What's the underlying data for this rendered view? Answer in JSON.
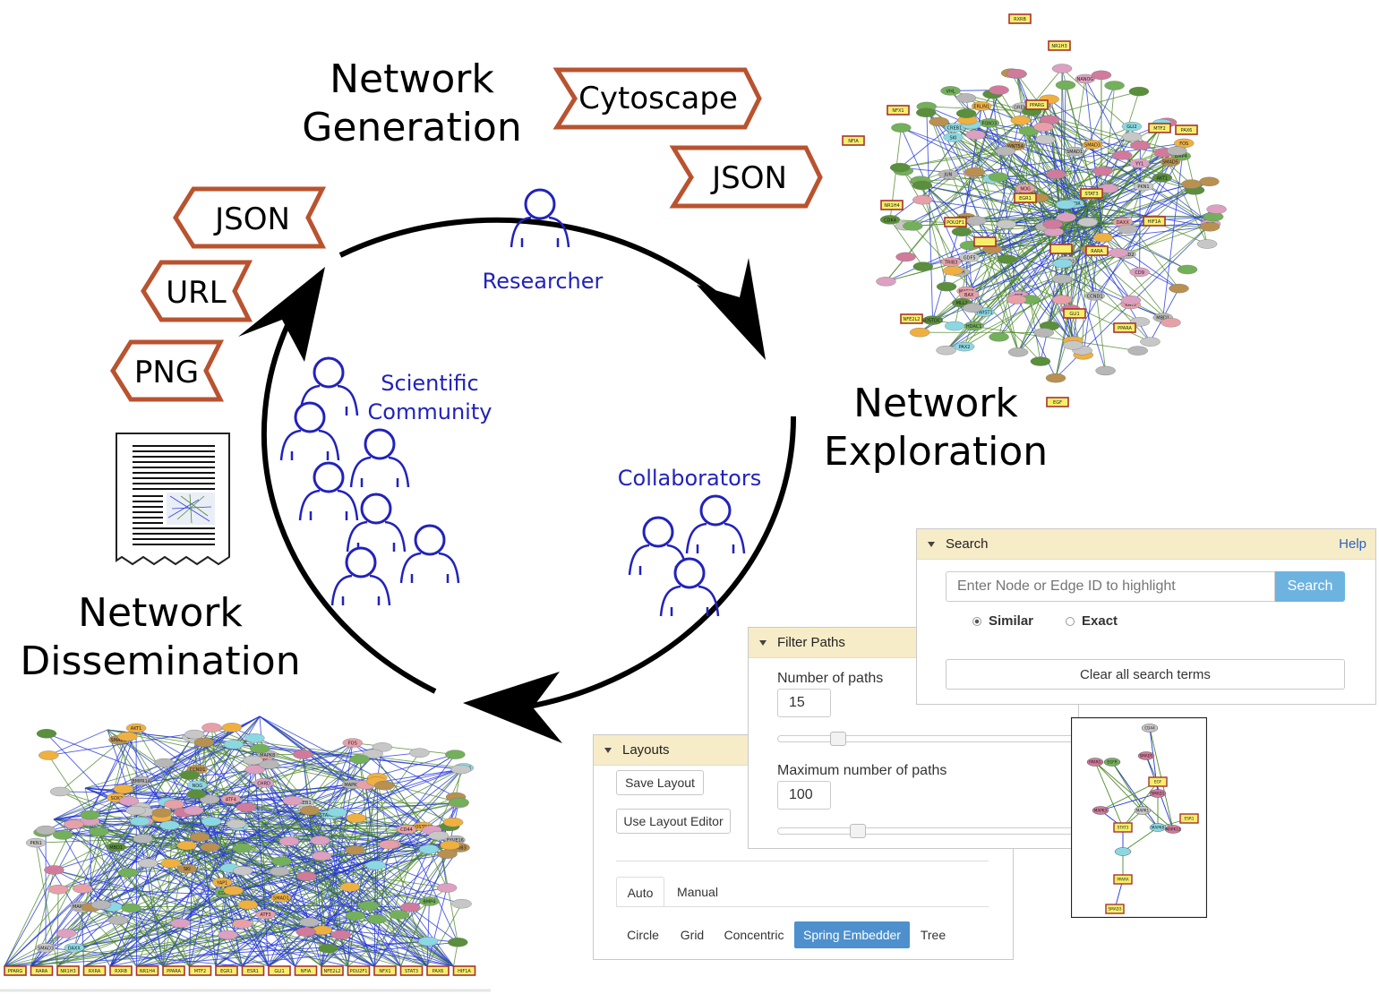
{
  "stages": {
    "generation": [
      "Network",
      "Generation"
    ],
    "exploration": [
      "Network",
      "Exploration"
    ],
    "dissemination": [
      "Network",
      "Dissemination"
    ]
  },
  "roles": {
    "researcher": "Researcher",
    "community": [
      "Scientific",
      "Community"
    ],
    "collaborators": "Collaborators"
  },
  "formats": {
    "input": [
      "Cytoscape",
      "JSON"
    ],
    "output": [
      "JSON",
      "URL",
      "PNG"
    ]
  },
  "colors": {
    "tag_border": "#b9532f",
    "people": "#2222bb",
    "edge_blue": "#2233dd",
    "edge_green": "#4e8a2a",
    "panel_header": "#f7ecc8",
    "search_button": "#6db3e0",
    "active_layout": "#4d90cd"
  },
  "search_panel": {
    "title": "Search",
    "help": "Help",
    "placeholder": "Enter Node or Edge ID to highlight",
    "button": "Search",
    "options": [
      "Similar",
      "Exact"
    ],
    "selected": "Similar",
    "clear": "Clear all search terms"
  },
  "filter_panel": {
    "title": "Filter Paths",
    "num_paths_label": "Number of paths",
    "num_paths_value": "15",
    "max_paths_label": "Maximum number of paths",
    "max_paths_value": "100"
  },
  "layouts_panel": {
    "title": "Layouts",
    "save": "Save Layout",
    "editor": "Use Layout Editor",
    "tabs": [
      "Auto",
      "Manual"
    ],
    "active_tab": "Auto",
    "options": [
      "Circle",
      "Grid",
      "Concentric",
      "Spring Embedder",
      "Tree"
    ],
    "active_option": "Spring Embedder"
  },
  "exploration_network": {
    "boxed_labels": [
      "RXRB",
      "NR1H3",
      "NFX1",
      "NFIA",
      "PPARG",
      "MTF2",
      "PAX6",
      "NR1H4",
      "STAT3",
      "EGR1",
      "POU2F1",
      "HIF1A",
      "RARA",
      "GLI1",
      "NFE2L2",
      "PPARA",
      "EGF"
    ],
    "node_labels": [
      "TK1",
      "FST",
      "GREM1",
      "PAX2",
      "CEBPD",
      "ERLIN1",
      "SMAD1",
      "SOSTDC1",
      "NOG",
      "FOXO3",
      "BMP4",
      "KAT5",
      "SMAD5",
      "CREB1",
      "FOS",
      "MAPK1",
      "SMAD3",
      "CCND1",
      "TRIB3",
      "AKT1",
      "SMAD4",
      "SMAD2",
      "ATF4",
      "GDF5",
      "MTOR",
      "BAX",
      "VHL",
      "SOCS6",
      "ITCH",
      "MLL2",
      "HDAC1",
      "RRAS2",
      "YY1",
      "GLI2",
      "SKI",
      "CDK4",
      "PKN1",
      "WNT5A",
      "JUN",
      "TWIST1",
      "NANOG",
      "MBD1",
      "CD9",
      "STARD10",
      "DAXX"
    ]
  },
  "dissemination_network": {
    "boxed_labels": [
      "PPARG",
      "RARA",
      "NR1H3",
      "RXRA",
      "RXRB",
      "NR1H4",
      "PPARA",
      "MTF2",
      "EGR1",
      "ESR1",
      "GLI1",
      "NFIA",
      "NFE2L2",
      "POU2F1",
      "NFX1",
      "STAT3",
      "PAX6",
      "HIF1A"
    ],
    "node_labels": [
      "PKN1",
      "MAPK3",
      "CCND1",
      "FYVE16",
      "CHRD",
      "GREM1",
      "SOSTDC1",
      "BMPR1A",
      "SOX2",
      "MAPK1",
      "ATF3",
      "FOS",
      "MAPK8",
      "CD44",
      "ELK1",
      "AKT1",
      "SMAD3",
      "BMP4",
      "SMAD1",
      "CREB1",
      "NOG",
      "SKI",
      "GLI3",
      "MTF",
      "ATF4",
      "SMAD5",
      "TRIB3",
      "DAXX",
      "YAP1",
      "MBD1",
      "SOCS6",
      "STARD13",
      "CDK4"
    ]
  },
  "mini_network": {
    "boxed_labels": [
      "EGF",
      "ESR1",
      "STAT3",
      "PPARA",
      "SMAD3"
    ],
    "node_labels": [
      "CD44",
      "PPARG",
      "EGFR",
      "SMAD5",
      "SMAD1",
      "MAPK3",
      "MAPK1",
      "MAPK8",
      "MAPK12"
    ]
  }
}
